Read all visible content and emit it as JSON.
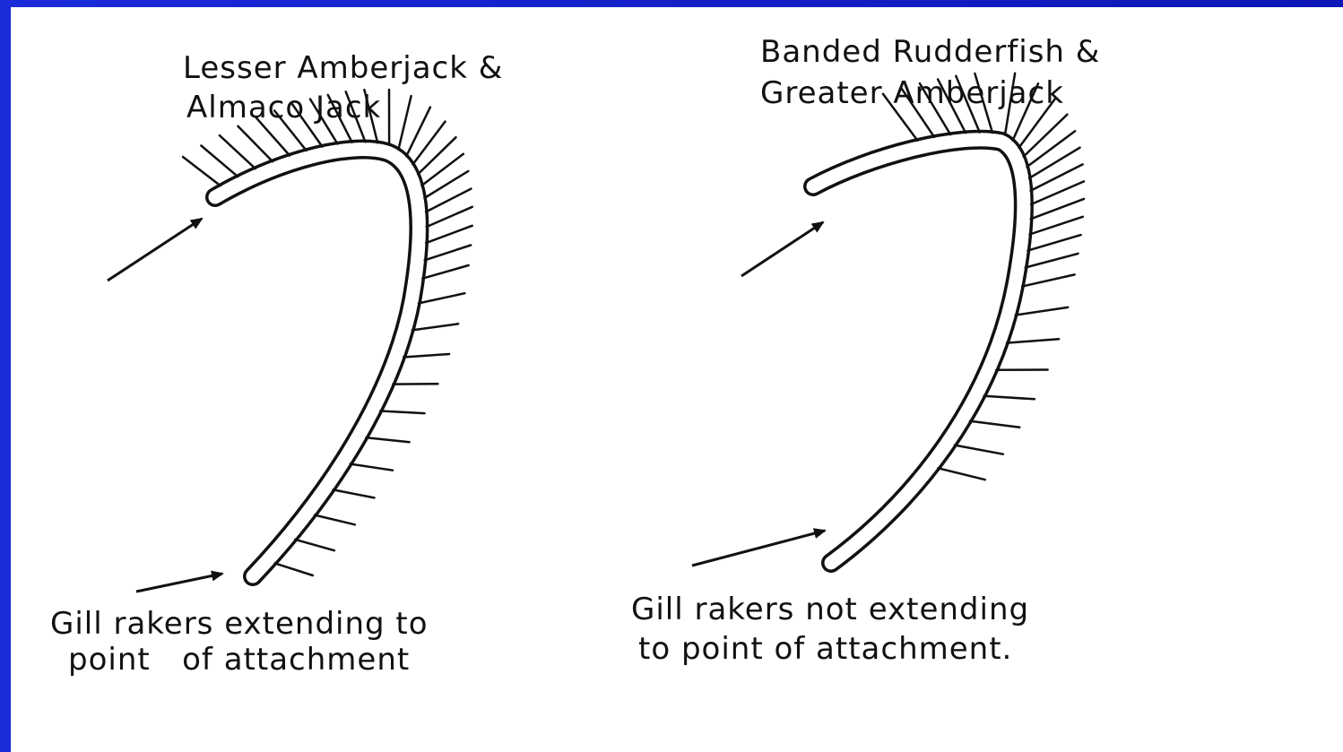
{
  "left_panel": {
    "title_line1": "Lesser Amberjack &",
    "title_line2": "Almaco Jack",
    "caption_line1": "Gill rakers extending to",
    "caption_line2": "point   of attachment"
  },
  "right_panel": {
    "title_line1": "Banded Rudderfish &",
    "title_line2": "Greater Amberjack",
    "caption_line1": "Gill rakers not extending",
    "caption_line2": "to point of attachment."
  },
  "colors": {
    "frame": "#1a2bd9",
    "ink": "#111111",
    "paper": "#ffffff"
  }
}
